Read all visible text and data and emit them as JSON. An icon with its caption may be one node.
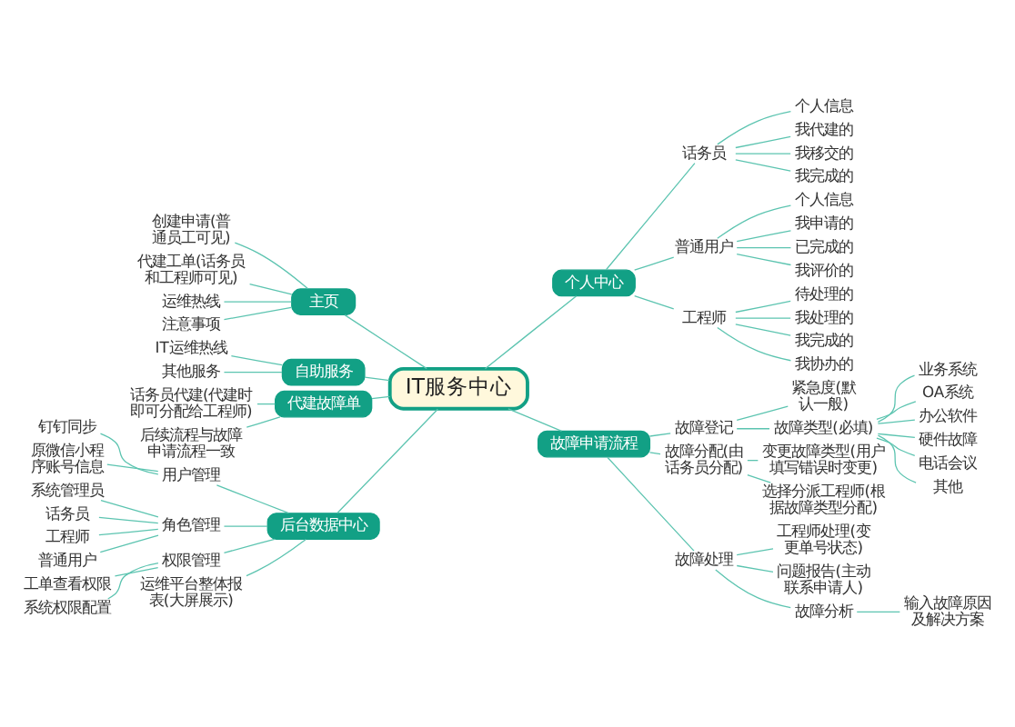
{
  "diagram": {
    "nodes": [
      {
        "text": [
          "IT服务中心"
        ]
      },
      {
        "text": [
          "主页"
        ]
      },
      {
        "text": [
          "创建申请(普通员工可见)"
        ]
      },
      {
        "text": [
          "代建工单(话务员和工程师可见)"
        ]
      },
      {
        "text": [
          "运维热线"
        ]
      },
      {
        "text": [
          "注意事项"
        ]
      },
      {
        "text": [
          "自助服务"
        ]
      },
      {
        "text": [
          "IT运维热线"
        ]
      },
      {
        "text": [
          "其他服务"
        ]
      },
      {
        "text": [
          "代建故障单"
        ]
      },
      {
        "text": [
          "话务员代建(代建时即可分配给工程师)"
        ]
      },
      {
        "text": [
          "后续流程与故障申请流程一致"
        ]
      },
      {
        "text": [
          "后台数据中心"
        ]
      },
      {
        "text": [
          "用户管理"
        ]
      },
      {
        "text": [
          "钉钉同步"
        ]
      },
      {
        "text": [
          "原微信小程序账号信息"
        ]
      },
      {
        "text": [
          "角色管理"
        ]
      },
      {
        "text": [
          "系统管理员"
        ]
      },
      {
        "text": [
          "话务员"
        ]
      },
      {
        "text": [
          "工程师"
        ]
      },
      {
        "text": [
          "普通用户"
        ]
      },
      {
        "text": [
          "权限管理"
        ]
      },
      {
        "text": [
          "工单查看权限"
        ]
      },
      {
        "text": [
          "系统权限配置"
        ]
      },
      {
        "text": [
          "运维平台整体报表(大屏展示)"
        ]
      },
      {
        "text": [
          "个人中心"
        ]
      },
      {
        "text": [
          "话务员"
        ]
      },
      {
        "text": [
          "个人信息"
        ]
      },
      {
        "text": [
          "我代建的"
        ]
      },
      {
        "text": [
          "我移交的"
        ]
      },
      {
        "text": [
          "我完成的"
        ]
      },
      {
        "text": [
          "普通用户"
        ]
      },
      {
        "text": [
          "个人信息"
        ]
      },
      {
        "text": [
          "我申请的"
        ]
      },
      {
        "text": [
          "已完成的"
        ]
      },
      {
        "text": [
          "我评价的"
        ]
      },
      {
        "text": [
          "工程师"
        ]
      },
      {
        "text": [
          "待处理的"
        ]
      },
      {
        "text": [
          "我处理的"
        ]
      },
      {
        "text": [
          "我完成的"
        ]
      },
      {
        "text": [
          "我协办的"
        ]
      },
      {
        "text": [
          "故障申请流程"
        ]
      },
      {
        "text": [
          "故障登记"
        ]
      },
      {
        "text": [
          "紧急度(默认一般)"
        ]
      },
      {
        "text": [
          "故障类型(必填)"
        ]
      },
      {
        "text": [
          "业务系统"
        ]
      },
      {
        "text": [
          "OA系统"
        ]
      },
      {
        "text": [
          "办公软件"
        ]
      },
      {
        "text": [
          "硬件故障"
        ]
      },
      {
        "text": [
          "电话会议"
        ]
      },
      {
        "text": [
          "其他"
        ]
      },
      {
        "text": [
          "故障分配(由话务员分配)"
        ]
      },
      {
        "text": [
          "变更故障类型(用户填写错误时变更)"
        ]
      },
      {
        "text": [
          "选择分派工程师(根据故障类型分配)"
        ]
      },
      {
        "text": [
          "故障处理"
        ]
      },
      {
        "text": [
          "工程师处理(变更单号状态)"
        ]
      },
      {
        "text": [
          "问题报告(主动联系申请人)"
        ]
      },
      {
        "text": [
          "故障分析"
        ]
      },
      {
        "text": [
          "输入故障原因及解决方案"
        ]
      }
    ],
    "edges": [
      {
        "from": 0,
        "to": 1,
        "arrow": "none"
      },
      {
        "from": 1,
        "to": 2,
        "arrow": "none"
      },
      {
        "from": 1,
        "to": 3,
        "arrow": "none"
      },
      {
        "from": 1,
        "to": 4,
        "arrow": "none"
      },
      {
        "from": 1,
        "to": 5,
        "arrow": "none"
      },
      {
        "from": 0,
        "to": 6,
        "arrow": "none"
      },
      {
        "from": 6,
        "to": 7,
        "arrow": "none"
      },
      {
        "from": 6,
        "to": 8,
        "arrow": "none"
      },
      {
        "from": 0,
        "to": 9,
        "arrow": "none"
      },
      {
        "from": 9,
        "to": 10,
        "arrow": "none"
      },
      {
        "from": 9,
        "to": 11,
        "arrow": "none"
      },
      {
        "from": 0,
        "to": 12,
        "arrow": "none"
      },
      {
        "from": 12,
        "to": 13,
        "arrow": "none"
      },
      {
        "from": 13,
        "to": 14,
        "arrow": "none"
      },
      {
        "from": 13,
        "to": 15,
        "arrow": "none"
      },
      {
        "from": 12,
        "to": 16,
        "arrow": "none"
      },
      {
        "from": 16,
        "to": 17,
        "arrow": "none"
      },
      {
        "from": 16,
        "to": 18,
        "arrow": "none"
      },
      {
        "from": 16,
        "to": 19,
        "arrow": "none"
      },
      {
        "from": 16,
        "to": 20,
        "arrow": "none"
      },
      {
        "from": 12,
        "to": 21,
        "arrow": "none"
      },
      {
        "from": 21,
        "to": 22,
        "arrow": "none"
      },
      {
        "from": 21,
        "to": 23,
        "arrow": "none"
      },
      {
        "from": 12,
        "to": 24,
        "arrow": "none"
      },
      {
        "from": 0,
        "to": 25,
        "arrow": "none"
      },
      {
        "from": 25,
        "to": 26,
        "arrow": "none"
      },
      {
        "from": 26,
        "to": 27,
        "arrow": "none"
      },
      {
        "from": 26,
        "to": 28,
        "arrow": "none"
      },
      {
        "from": 26,
        "to": 29,
        "arrow": "none"
      },
      {
        "from": 26,
        "to": 30,
        "arrow": "none"
      },
      {
        "from": 25,
        "to": 31,
        "arrow": "none"
      },
      {
        "from": 31,
        "to": 32,
        "arrow": "none"
      },
      {
        "from": 31,
        "to": 33,
        "arrow": "none"
      },
      {
        "from": 31,
        "to": 34,
        "arrow": "none"
      },
      {
        "from": 31,
        "to": 35,
        "arrow": "none"
      },
      {
        "from": 25,
        "to": 36,
        "arrow": "none"
      },
      {
        "from": 36,
        "to": 37,
        "arrow": "none"
      },
      {
        "from": 36,
        "to": 38,
        "arrow": "none"
      },
      {
        "from": 36,
        "to": 39,
        "arrow": "none"
      },
      {
        "from": 36,
        "to": 40,
        "arrow": "none"
      },
      {
        "from": 0,
        "to": 41,
        "arrow": "none"
      },
      {
        "from": 41,
        "to": 42,
        "arrow": "none"
      },
      {
        "from": 42,
        "to": 43,
        "arrow": "none"
      },
      {
        "from": 42,
        "to": 44,
        "arrow": "none"
      },
      {
        "from": 44,
        "to": 45,
        "arrow": "none"
      },
      {
        "from": 44,
        "to": 46,
        "arrow": "none"
      },
      {
        "from": 44,
        "to": 47,
        "arrow": "none"
      },
      {
        "from": 44,
        "to": 48,
        "arrow": "none"
      },
      {
        "from": 44,
        "to": 49,
        "arrow": "none"
      },
      {
        "from": 44,
        "to": 50,
        "arrow": "none"
      },
      {
        "from": 41,
        "to": 51,
        "arrow": "none"
      },
      {
        "from": 51,
        "to": 52,
        "arrow": "none"
      },
      {
        "from": 51,
        "to": 53,
        "arrow": "none"
      },
      {
        "from": 41,
        "to": 54,
        "arrow": "none"
      },
      {
        "from": 54,
        "to": 55,
        "arrow": "none"
      },
      {
        "from": 54,
        "to": 56,
        "arrow": "none"
      },
      {
        "from": 54,
        "to": 57,
        "arrow": "none"
      },
      {
        "from": 57,
        "to": 58,
        "arrow": "none"
      }
    ]
  }
}
